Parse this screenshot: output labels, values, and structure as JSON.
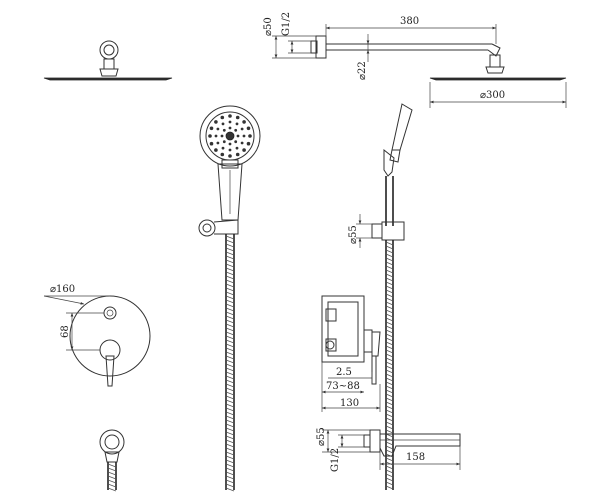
{
  "dimensions": {
    "arm_length": "380",
    "flange_dia": "⌀50",
    "arm_thread": "G1/2",
    "arm_tube_dia": "⌀22",
    "head_dia": "⌀300",
    "holder_dia": "⌀55",
    "plate_dia": "⌀160",
    "plate_offset": "68",
    "gap": "2.5",
    "depth_range": "73~88",
    "box_depth": "130",
    "spout_flange_dia": "⌀55",
    "spout_thread": "G1/2",
    "spout_length": "158"
  },
  "colors": {
    "line": "#333333",
    "background": "#ffffff"
  },
  "icons": [
    "shower-head-icon",
    "hand-shower-icon",
    "mixer-valve-icon",
    "hose-icon",
    "tub-spout-icon"
  ]
}
